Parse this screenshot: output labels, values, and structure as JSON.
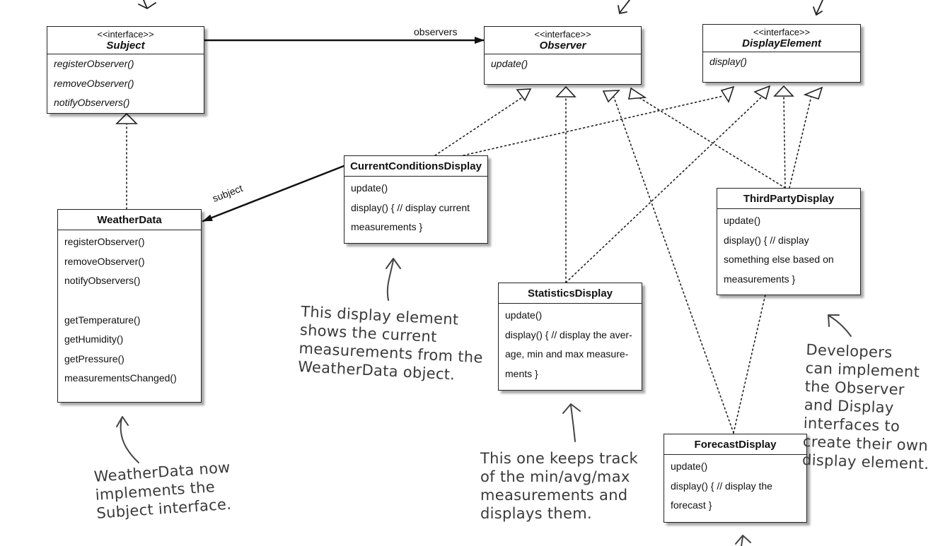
{
  "diagram": {
    "type": "UML class diagram",
    "interfaces": {
      "subject": {
        "stereotype": "<<interface>>",
        "name": "Subject",
        "methods": [
          "registerObserver()",
          "removeObserver()",
          "notifyObservers()"
        ]
      },
      "observer": {
        "stereotype": "<<interface>>",
        "name": "Observer",
        "methods": [
          "update()"
        ]
      },
      "display_element": {
        "stereotype": "<<interface>>",
        "name": "DisplayElement",
        "methods": [
          "display()"
        ]
      }
    },
    "classes": {
      "weather_data": {
        "name": "WeatherData",
        "methods": [
          "registerObserver()",
          "removeObserver()",
          "notifyObservers()",
          "getTemperature()",
          "getHumidity()",
          "getPressure()",
          "measurementsChanged()"
        ]
      },
      "current_conditions": {
        "name": "CurrentConditionsDisplay",
        "methods": [
          "update()",
          "display() { // display current",
          "measurements }"
        ]
      },
      "statistics": {
        "name": "StatisticsDisplay",
        "methods": [
          "update()",
          "display() { // display the aver-",
          "age, min and max measure-",
          "ments }"
        ]
      },
      "third_party": {
        "name": "ThirdPartyDisplay",
        "methods": [
          "update()",
          "display() { // display",
          "something else based on",
          "measurements }"
        ]
      },
      "forecast": {
        "name": "ForecastDisplay",
        "methods": [
          "update()",
          "display() { // display the",
          "forecast }"
        ]
      }
    },
    "edge_labels": {
      "observers": "observers",
      "subject": "subject"
    },
    "relationships": [
      {
        "from": "Subject",
        "to": "Observer",
        "kind": "association",
        "label": "observers"
      },
      {
        "from": "CurrentConditionsDisplay",
        "to": "WeatherData",
        "kind": "association",
        "label": "subject"
      },
      {
        "from": "WeatherData",
        "to": "Subject",
        "kind": "realization"
      },
      {
        "from": "CurrentConditionsDisplay",
        "to": "Observer",
        "kind": "realization"
      },
      {
        "from": "CurrentConditionsDisplay",
        "to": "DisplayElement",
        "kind": "realization"
      },
      {
        "from": "StatisticsDisplay",
        "to": "Observer",
        "kind": "realization"
      },
      {
        "from": "StatisticsDisplay",
        "to": "DisplayElement",
        "kind": "realization"
      },
      {
        "from": "ForecastDisplay",
        "to": "Observer",
        "kind": "realization"
      },
      {
        "from": "ForecastDisplay",
        "to": "DisplayElement",
        "kind": "realization"
      },
      {
        "from": "ThirdPartyDisplay",
        "to": "Observer",
        "kind": "realization"
      },
      {
        "from": "ThirdPartyDisplay",
        "to": "DisplayElement",
        "kind": "realization"
      }
    ]
  },
  "notes": {
    "current_conditions": [
      "This display element",
      "shows the current",
      "measurements from the",
      "WeatherData object."
    ],
    "weather_data": [
      "WeatherData now",
      "implements the",
      "Subject interface."
    ],
    "statistics": [
      "This one keeps track",
      "of the min/avg/max",
      "measurements and",
      "displays them."
    ],
    "developers": [
      "Developers",
      "can implement",
      "the Observer",
      "and Display",
      "interfaces to",
      "create their own",
      "display element."
    ]
  }
}
